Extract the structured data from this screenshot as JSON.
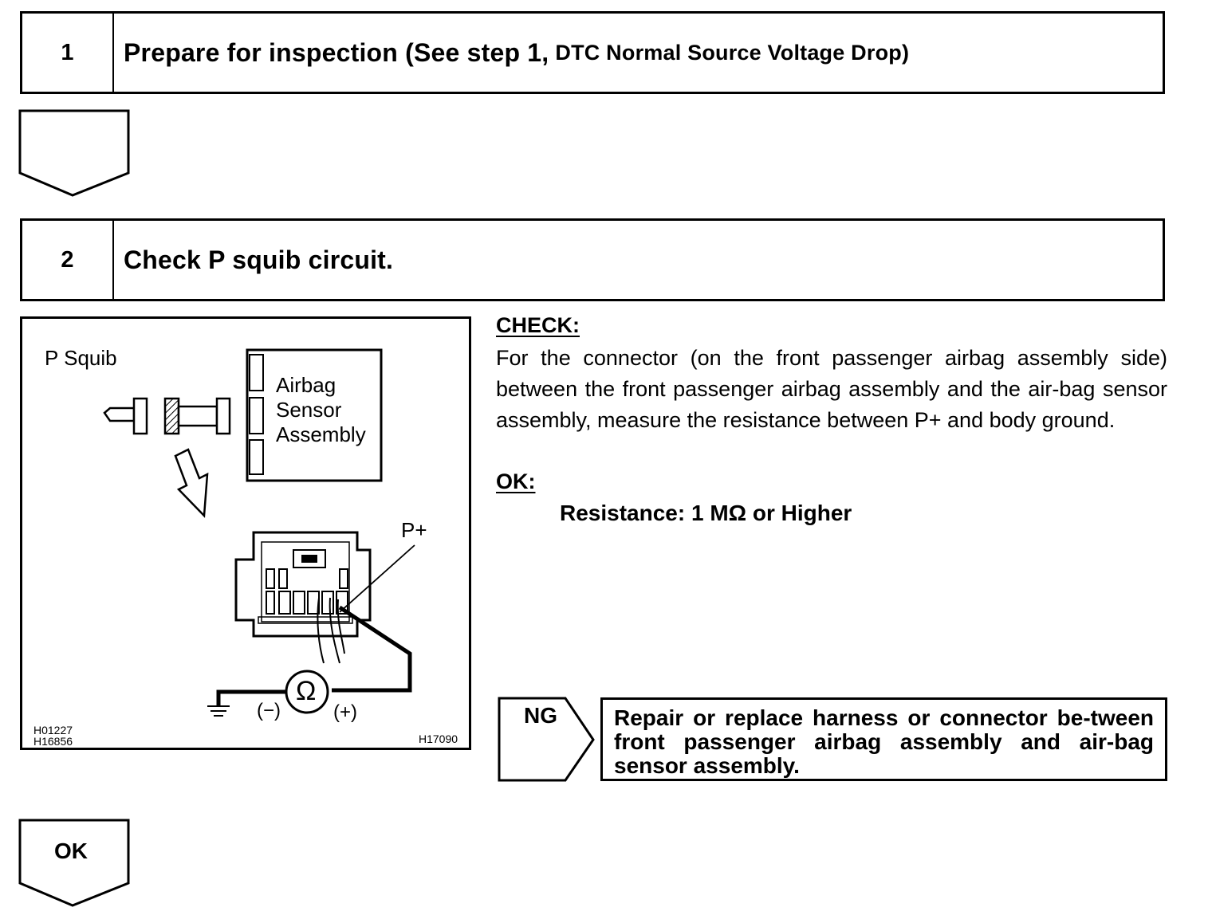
{
  "steps": [
    {
      "number": "1",
      "title": "Prepare for inspection (See step 1,",
      "title_ref": "DTC Normal Source Voltage Drop)"
    },
    {
      "number": "2",
      "title": "Check P squib circuit."
    }
  ],
  "figure": {
    "label_p_squib": "P Squib",
    "label_sensor_1": "Airbag",
    "label_sensor_2": "Sensor",
    "label_sensor_3": "Assembly",
    "label_terminal": "P+",
    "label_ohm": "Ω",
    "label_minus": "(−)",
    "label_plus": "(+)",
    "code_left_1": "H01227",
    "code_left_2": "H16856",
    "code_right": "H17090"
  },
  "check": {
    "heading": "CHECK:",
    "text": "For the connector (on the front passenger airbag assembly side) between the front passenger airbag assembly and the air-bag sensor assembly, measure the resistance between P+ and body ground."
  },
  "ok_section": {
    "heading": "OK:",
    "spec": "Resistance: 1 MΩ or Higher"
  },
  "ng": {
    "label": "NG",
    "action": "Repair or replace harness or connector be-tween front passenger airbag assembly and air-bag sensor assembly."
  },
  "ok_arrow": {
    "label": "OK"
  }
}
